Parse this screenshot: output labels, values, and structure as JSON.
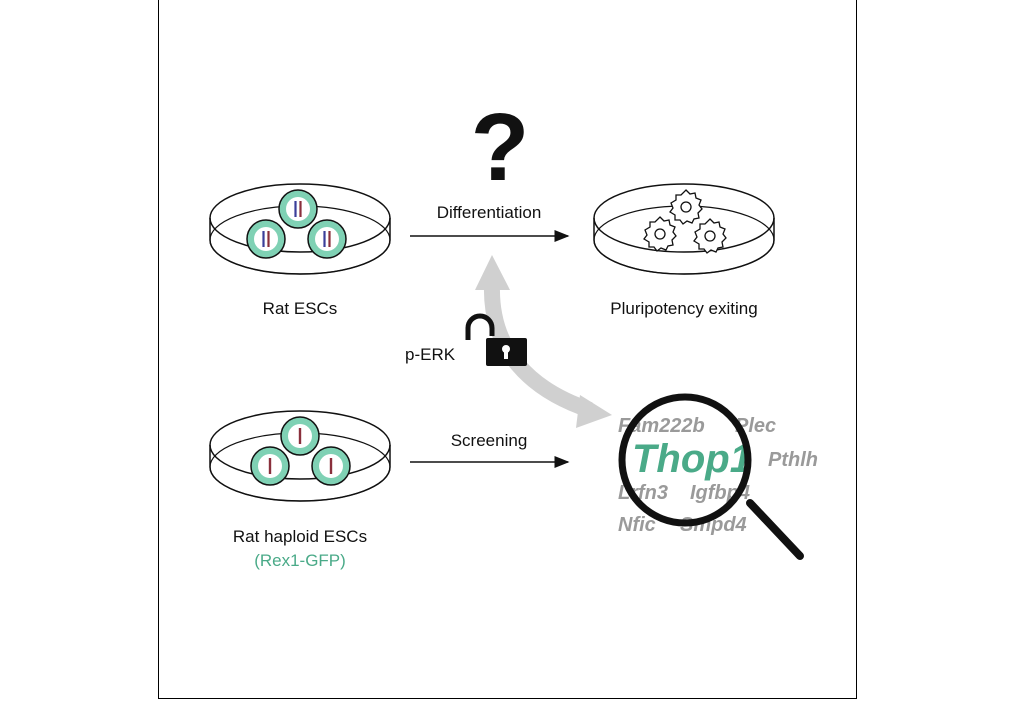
{
  "labels": {
    "rat_escs": "Rat ESCs",
    "differentiation": "Differentiation",
    "pluripotency_exiting": "Pluripotency exiting",
    "p_erk": "p-ERK",
    "screening": "Screening",
    "rat_haploid_escs": "Rat haploid ESCs",
    "rex1_gfp": "(Rex1-GFP)",
    "question_mark": "?"
  },
  "genes": {
    "highlight": "Thop1",
    "others": [
      "Fam222b",
      "Plec",
      "Pthlh",
      "Lrfn3",
      "Igfbp4",
      "Nfic",
      "Smpd4"
    ]
  },
  "colors": {
    "cell_fill": "#7fd1b4",
    "accent_green": "#4aaa88",
    "gene_gray": "#9a9a9a",
    "arrow_gray": "#d0d0d0",
    "chrom_blue": "#3b3f9a",
    "chrom_red": "#8a2f3c"
  }
}
